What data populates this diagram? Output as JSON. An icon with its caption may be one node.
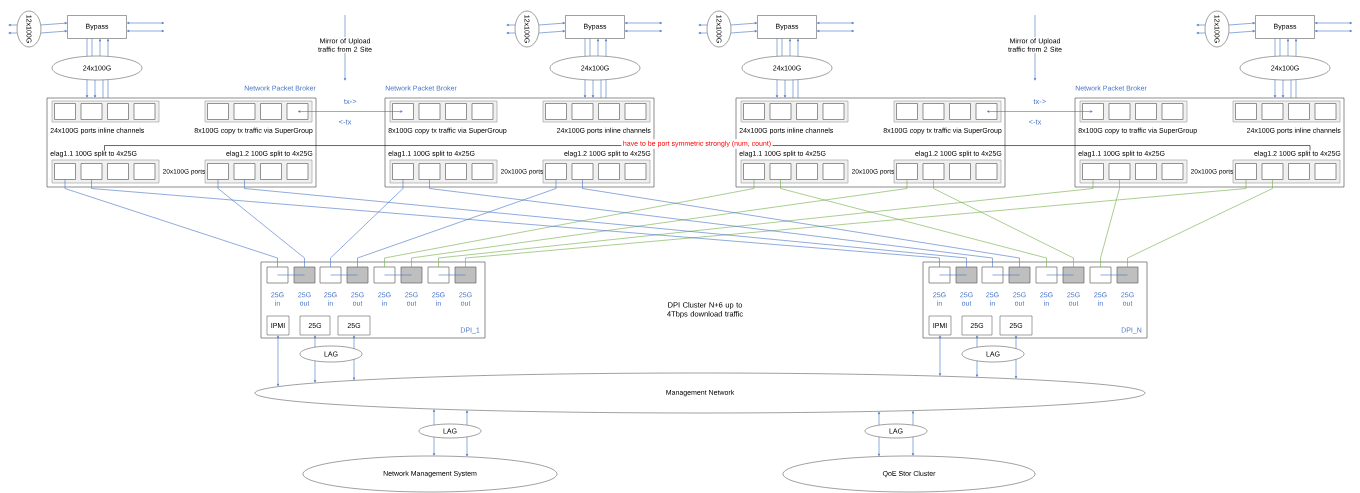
{
  "diagram": {
    "nodes": [
      {
        "text": [
          "12x100G"
        ]
      },
      {
        "text": [
          "Bypass"
        ]
      },
      {
        "text": [
          "24x100G"
        ]
      },
      {
        "text": [
          "12x100G"
        ]
      },
      {
        "text": [
          "Bypass"
        ]
      },
      {
        "text": [
          "24x100G"
        ]
      },
      {
        "text": [
          "12x100G"
        ]
      },
      {
        "text": [
          "Bypass"
        ]
      },
      {
        "text": [
          "24x100G"
        ]
      },
      {
        "text": [
          "12x100G"
        ]
      },
      {
        "text": [
          "Bypass"
        ]
      },
      {
        "text": [
          "24x100G"
        ]
      },
      {
        "text": [
          "Mirror of Upload traffic from 2 Site"
        ]
      },
      {
        "text": [
          "Mirror of Upload traffic from 2 Site"
        ]
      },
      {
        "text": [
          "20x100G ports"
        ],
        "beside": [
          "Network Packet Broker"
        ]
      },
      {
        "text": [
          "24x100G ports inline channels"
        ],
        "in": 14
      },
      {
        "text": [],
        "shape": "box",
        "in": 15
      },
      {
        "text": [],
        "shape": "box",
        "in": 15
      },
      {
        "text": [],
        "shape": "box",
        "in": 15
      },
      {
        "text": [],
        "shape": "box",
        "in": 15
      },
      {
        "text": [
          "8x100G copy tx traffic via SuperGroup"
        ],
        "in": 14
      },
      {
        "text": [],
        "shape": "box",
        "in": 20
      },
      {
        "text": [],
        "shape": "box",
        "in": 20
      },
      {
        "text": [],
        "shape": "box",
        "in": 20
      },
      {
        "text": [],
        "shape": "box",
        "in": 20
      },
      {
        "text": [
          "elag1.1 100G split to 4x25G"
        ],
        "in": 14
      },
      {
        "text": [],
        "shape": "box",
        "in": 25
      },
      {
        "text": [],
        "shape": "box",
        "in": 25
      },
      {
        "text": [],
        "shape": "box",
        "in": 25
      },
      {
        "text": [],
        "shape": "box",
        "in": 25
      },
      {
        "text": [
          "elag1.2 100G split to 4x25G"
        ],
        "in": 14
      },
      {
        "text": [],
        "shape": "box",
        "in": 30
      },
      {
        "text": [],
        "shape": "box",
        "in": 30
      },
      {
        "text": [],
        "shape": "box",
        "in": 30
      },
      {
        "text": [],
        "shape": "box",
        "in": 30
      },
      {
        "text": [
          "20x100G ports"
        ],
        "beside": [
          "Network Packet Broker"
        ]
      },
      {
        "text": [
          "8x100G copy tx traffic via SuperGroup"
        ],
        "in": 35
      },
      {
        "text": [],
        "shape": "box",
        "in": 36
      },
      {
        "text": [],
        "shape": "box",
        "in": 36
      },
      {
        "text": [],
        "shape": "box",
        "in": 36
      },
      {
        "text": [],
        "shape": "box",
        "in": 36
      },
      {
        "text": [
          "24x100G ports inline channels"
        ],
        "in": 35
      },
      {
        "text": [],
        "shape": "box",
        "in": 41
      },
      {
        "text": [],
        "shape": "box",
        "in": 41
      },
      {
        "text": [],
        "shape": "box",
        "in": 41
      },
      {
        "text": [],
        "shape": "box",
        "in": 41
      },
      {
        "text": [
          "elag1.1 100G split to 4x25G"
        ],
        "in": 35
      },
      {
        "text": [],
        "shape": "box",
        "in": 46
      },
      {
        "text": [],
        "shape": "box",
        "in": 46
      },
      {
        "text": [],
        "shape": "box",
        "in": 46
      },
      {
        "text": [],
        "shape": "box",
        "in": 46
      },
      {
        "text": [
          "elag1.2 100G split to 4x25G"
        ],
        "in": 35
      },
      {
        "text": [],
        "shape": "box",
        "in": 51
      },
      {
        "text": [],
        "shape": "box",
        "in": 51
      },
      {
        "text": [],
        "shape": "box",
        "in": 51
      },
      {
        "text": [],
        "shape": "box",
        "in": 51
      },
      {
        "text": [
          "20x100G ports"
        ]
      },
      {
        "text": [
          "24x100G ports inline channels"
        ],
        "in": 56
      },
      {
        "text": [],
        "shape": "box",
        "in": 57
      },
      {
        "text": [],
        "shape": "box",
        "in": 57
      },
      {
        "text": [],
        "shape": "box",
        "in": 57
      },
      {
        "text": [],
        "shape": "box",
        "in": 57
      },
      {
        "text": [
          "8x100G copy tx traffic via SuperGroup"
        ],
        "in": 56
      },
      {
        "text": [],
        "shape": "box",
        "in": 62
      },
      {
        "text": [],
        "shape": "box",
        "in": 62
      },
      {
        "text": [],
        "shape": "box",
        "in": 62
      },
      {
        "text": [],
        "shape": "box",
        "in": 62
      },
      {
        "text": [
          "elag1.1 100G split to 4x25G"
        ],
        "in": 56
      },
      {
        "text": [],
        "shape": "box",
        "in": 67
      },
      {
        "text": [],
        "shape": "box",
        "in": 67
      },
      {
        "text": [],
        "shape": "box",
        "in": 67
      },
      {
        "text": [],
        "shape": "box",
        "in": 67
      },
      {
        "text": [
          "elag1.2 100G split to 4x25G"
        ],
        "in": 56
      },
      {
        "text": [],
        "shape": "box",
        "in": 72
      },
      {
        "text": [],
        "shape": "box",
        "in": 72
      },
      {
        "text": [],
        "shape": "box",
        "in": 72
      },
      {
        "text": [],
        "shape": "box",
        "in": 72
      },
      {
        "text": [
          "20x100G ports"
        ],
        "beside": [
          "Network Packet Broker"
        ]
      },
      {
        "text": [
          "8x100G copy to traffic via SuperGroup"
        ],
        "in": 77
      },
      {
        "text": [],
        "shape": "box",
        "in": 78
      },
      {
        "text": [],
        "shape": "box",
        "in": 78
      },
      {
        "text": [],
        "shape": "box",
        "in": 78
      },
      {
        "text": [],
        "shape": "box",
        "in": 78
      },
      {
        "text": [
          "24x100G ports inline channels"
        ],
        "in": 77
      },
      {
        "text": [],
        "shape": "box",
        "in": 83
      },
      {
        "text": [],
        "shape": "box",
        "in": 83
      },
      {
        "text": [],
        "shape": "box",
        "in": 83
      },
      {
        "text": [],
        "shape": "box",
        "in": 83
      },
      {
        "text": [
          "elag1.1 100G split to 4x25G"
        ],
        "in": 77
      },
      {
        "text": [],
        "shape": "box",
        "in": 88
      },
      {
        "text": [],
        "shape": "box",
        "in": 88
      },
      {
        "text": [],
        "shape": "box",
        "in": 88
      },
      {
        "text": [],
        "shape": "box",
        "in": 88
      },
      {
        "text": [
          "elag1.2 100G split to 4x25G"
        ],
        "in": 77
      },
      {
        "text": [],
        "shape": "box",
        "in": 93
      },
      {
        "text": [],
        "shape": "box",
        "in": 93
      },
      {
        "text": [],
        "shape": "box",
        "in": 93
      },
      {
        "text": [],
        "shape": "box",
        "in": 93
      },
      {
        "text": [
          "DPI_1"
        ]
      },
      {
        "text": [
          "25G in"
        ],
        "in": 98
      },
      {
        "text": [
          "25G out"
        ],
        "in": 98
      },
      {
        "text": [
          "25G in"
        ],
        "in": 98
      },
      {
        "text": [
          "25G out"
        ],
        "in": 98
      },
      {
        "text": [
          "25G in"
        ],
        "in": 98
      },
      {
        "text": [
          "25G out"
        ],
        "in": 98
      },
      {
        "text": [
          "25G in"
        ],
        "in": 98
      },
      {
        "text": [
          "25G out"
        ],
        "in": 98
      },
      {
        "text": [
          "IPMI"
        ],
        "in": 98
      },
      {
        "text": [
          "25G"
        ],
        "in": 98
      },
      {
        "text": [
          "25G"
        ],
        "in": 98
      },
      {
        "text": [
          "LAG"
        ]
      },
      {
        "text": [
          "DPI_N"
        ]
      },
      {
        "text": [
          "25G in"
        ],
        "in": 111
      },
      {
        "text": [
          "25G out"
        ],
        "in": 111
      },
      {
        "text": [
          "25G in"
        ],
        "in": 111
      },
      {
        "text": [
          "25G out"
        ],
        "in": 111
      },
      {
        "text": [
          "25G in"
        ],
        "in": 111
      },
      {
        "text": [
          "25G out"
        ],
        "in": 111
      },
      {
        "text": [
          "25G in"
        ],
        "in": 111
      },
      {
        "text": [
          "25G out"
        ],
        "in": 111
      },
      {
        "text": [
          "IPMI"
        ],
        "in": 111
      },
      {
        "text": [
          "25G"
        ],
        "in": 111
      },
      {
        "text": [
          "25G"
        ],
        "in": 111
      },
      {
        "text": [
          "LAG"
        ]
      },
      {
        "text": [
          "Management Network"
        ]
      },
      {
        "text": [
          "LAG"
        ]
      },
      {
        "text": [
          "LAG"
        ]
      },
      {
        "text": [
          "Network Management System"
        ]
      },
      {
        "text": [
          "QoE Stor Cluster"
        ]
      }
    ],
    "edges": [
      {
        "from": 0,
        "to": null,
        "arrow": "to"
      },
      {
        "from": 0,
        "to": null,
        "arrow": "to"
      },
      {
        "from": 0,
        "to": 1,
        "arrow": "to"
      },
      {
        "from": 0,
        "to": 1,
        "arrow": "to"
      },
      {
        "from": 1,
        "to": null,
        "arrow": "both"
      },
      {
        "from": 1,
        "to": null,
        "arrow": "both"
      },
      {
        "from": 2,
        "to": 1,
        "arrow": "none"
      },
      {
        "from": 2,
        "to": 1,
        "arrow": "none"
      },
      {
        "from": 2,
        "to": 1,
        "arrow": "to"
      },
      {
        "from": 2,
        "to": 1,
        "arrow": "to"
      },
      {
        "from": 2,
        "to": 14,
        "arrow": "to"
      },
      {
        "from": 2,
        "to": 14,
        "arrow": "to"
      },
      {
        "from": 2,
        "to": 14,
        "arrow": "none"
      },
      {
        "from": 2,
        "to": 14,
        "arrow": "none"
      },
      {
        "from": 3,
        "to": null,
        "arrow": "to"
      },
      {
        "from": 3,
        "to": null,
        "arrow": "to"
      },
      {
        "from": 3,
        "to": 4,
        "arrow": "to"
      },
      {
        "from": 3,
        "to": 4,
        "arrow": "to"
      },
      {
        "from": 4,
        "to": null,
        "arrow": "both"
      },
      {
        "from": 4,
        "to": null,
        "arrow": "both"
      },
      {
        "from": 5,
        "to": 4,
        "arrow": "none"
      },
      {
        "from": 5,
        "to": 4,
        "arrow": "none"
      },
      {
        "from": 5,
        "to": 4,
        "arrow": "to"
      },
      {
        "from": 5,
        "to": 4,
        "arrow": "to"
      },
      {
        "from": 5,
        "to": 35,
        "arrow": "to"
      },
      {
        "from": 5,
        "to": 35,
        "arrow": "to"
      },
      {
        "from": 5,
        "to": 35,
        "arrow": "none"
      },
      {
        "from": 5,
        "to": 35,
        "arrow": "none"
      },
      {
        "from": 6,
        "to": null,
        "arrow": "to"
      },
      {
        "from": 6,
        "to": null,
        "arrow": "to"
      },
      {
        "from": 6,
        "to": 7,
        "arrow": "to"
      },
      {
        "from": 6,
        "to": 7,
        "arrow": "to"
      },
      {
        "from": 7,
        "to": null,
        "arrow": "both"
      },
      {
        "from": 7,
        "to": null,
        "arrow": "both"
      },
      {
        "from": 8,
        "to": 7,
        "arrow": "none"
      },
      {
        "from": 8,
        "to": 7,
        "arrow": "none"
      },
      {
        "from": 8,
        "to": 7,
        "arrow": "to"
      },
      {
        "from": 8,
        "to": 7,
        "arrow": "to"
      },
      {
        "from": 8,
        "to": 56,
        "arrow": "to"
      },
      {
        "from": 8,
        "to": 56,
        "arrow": "to"
      },
      {
        "from": 8,
        "to": 56,
        "arrow": "none"
      },
      {
        "from": 8,
        "to": 56,
        "arrow": "none"
      },
      {
        "from": 9,
        "to": null,
        "arrow": "to"
      },
      {
        "from": 9,
        "to": null,
        "arrow": "to"
      },
      {
        "from": 9,
        "to": 10,
        "arrow": "to"
      },
      {
        "from": 9,
        "to": 10,
        "arrow": "to"
      },
      {
        "from": 10,
        "to": null,
        "arrow": "both"
      },
      {
        "from": 10,
        "to": null,
        "arrow": "both"
      },
      {
        "from": 11,
        "to": 10,
        "arrow": "none"
      },
      {
        "from": 11,
        "to": 10,
        "arrow": "none"
      },
      {
        "from": 11,
        "to": 10,
        "arrow": "to"
      },
      {
        "from": 11,
        "to": 10,
        "arrow": "to"
      },
      {
        "from": 11,
        "to": 77,
        "arrow": "to"
      },
      {
        "from": 11,
        "to": 77,
        "arrow": "to"
      },
      {
        "from": 11,
        "to": 77,
        "arrow": "none"
      },
      {
        "from": 11,
        "to": 77,
        "arrow": "none"
      },
      {
        "from": 24,
        "to": 37,
        "arrow": "both",
        "label": "tx->"
      },
      {
        "from": 66,
        "to": 79,
        "arrow": "both",
        "label": "tx->"
      },
      {
        "from": 25,
        "to": 93,
        "arrow": "none",
        "color": "#000000",
        "label": "have to be port symmetric strongly (num, count)"
      },
      {
        "from": 12,
        "to": null,
        "arrow": "to"
      },
      {
        "from": 13,
        "to": null,
        "arrow": "to"
      },
      {
        "from": 26,
        "to": 99,
        "arrow": "none"
      },
      {
        "from": 31,
        "to": 100,
        "arrow": "none"
      },
      {
        "from": 47,
        "to": 101,
        "arrow": "none"
      },
      {
        "from": 52,
        "to": 102,
        "arrow": "none"
      },
      {
        "from": 68,
        "to": 103,
        "arrow": "none",
        "color": "#70ad47"
      },
      {
        "from": 73,
        "to": 104,
        "arrow": "none",
        "color": "#70ad47"
      },
      {
        "from": 89,
        "to": 105,
        "arrow": "none",
        "color": "#70ad47"
      },
      {
        "from": 94,
        "to": 106,
        "arrow": "none",
        "color": "#70ad47"
      },
      {
        "from": 27,
        "to": 112,
        "arrow": "none"
      },
      {
        "from": 32,
        "to": 113,
        "arrow": "none"
      },
      {
        "from": 48,
        "to": 114,
        "arrow": "none"
      },
      {
        "from": 53,
        "to": 115,
        "arrow": "none"
      },
      {
        "from": 69,
        "to": 116,
        "arrow": "none",
        "color": "#70ad47"
      },
      {
        "from": 74,
        "to": 117,
        "arrow": "none",
        "color": "#70ad47"
      },
      {
        "from": 90,
        "to": 118,
        "arrow": "none",
        "color": "#70ad47"
      },
      {
        "from": 95,
        "to": 119,
        "arrow": "none",
        "color": "#70ad47"
      },
      {
        "from": 99,
        "to": 100,
        "arrow": "none"
      },
      {
        "from": 101,
        "to": 102,
        "arrow": "none"
      },
      {
        "from": 103,
        "to": 104,
        "arrow": "none"
      },
      {
        "from": 105,
        "to": 106,
        "arrow": "none"
      },
      {
        "from": 112,
        "to": 113,
        "arrow": "none"
      },
      {
        "from": 114,
        "to": 115,
        "arrow": "none"
      },
      {
        "from": 116,
        "to": 117,
        "arrow": "none"
      },
      {
        "from": 118,
        "to": 119,
        "arrow": "none"
      },
      {
        "from": 107,
        "to": 124,
        "arrow": "both"
      },
      {
        "from": 110,
        "to": 108,
        "arrow": "to"
      },
      {
        "from": 110,
        "to": 109,
        "arrow": "to"
      },
      {
        "from": 110,
        "to": 124,
        "arrow": "to"
      },
      {
        "from": 110,
        "to": 124,
        "arrow": "to"
      },
      {
        "from": 120,
        "to": 124,
        "arrow": "both"
      },
      {
        "from": 123,
        "to": 121,
        "arrow": "to"
      },
      {
        "from": 123,
        "to": 122,
        "arrow": "to"
      },
      {
        "from": 123,
        "to": 124,
        "arrow": "to"
      },
      {
        "from": 123,
        "to": 124,
        "arrow": "to"
      },
      {
        "from": 125,
        "to": 124,
        "arrow": "to"
      },
      {
        "from": 125,
        "to": 124,
        "arrow": "to"
      },
      {
        "from": 125,
        "to": 127,
        "arrow": "to"
      },
      {
        "from": 125,
        "to": 127,
        "arrow": "to"
      },
      {
        "from": 126,
        "to": 124,
        "arrow": "to"
      },
      {
        "from": 126,
        "to": 124,
        "arrow": "to"
      },
      {
        "from": 126,
        "to": 128,
        "arrow": "to"
      },
      {
        "from": 126,
        "to": 128,
        "arrow": "to"
      }
    ],
    "labels": [
      "<-tx",
      "<-tx",
      "DPI Cluster N+6 up to 4Tbps download traffic"
    ]
  }
}
